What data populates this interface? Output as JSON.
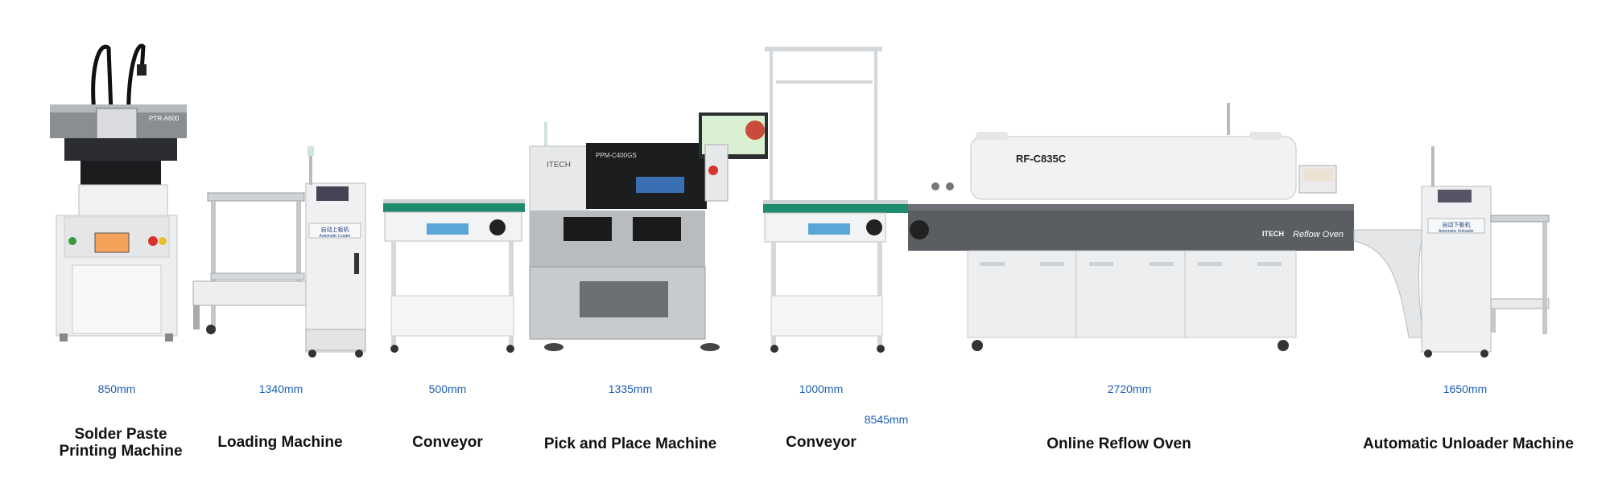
{
  "machines": {
    "printer": {
      "label": "Solder Paste Printing Machine",
      "model": "PTR-A600"
    },
    "loader": {
      "label": "Loading Machine",
      "badge": "自动上板机",
      "badge_sub": "Automatic Loader"
    },
    "conveyor1": {
      "label": "Conveyor"
    },
    "pnp": {
      "label": "Pick and Place Machine",
      "model": "PPM-C400GS",
      "brand": "ITECH"
    },
    "conveyor2": {
      "label": "Conveyor"
    },
    "oven": {
      "label": "Online Reflow Oven",
      "model": "RF-C835C",
      "brand": "ITECH",
      "banner": "Reflow Oven"
    },
    "unloader": {
      "label": "Automatic Unloader Machine",
      "badge": "自动下板机",
      "badge_sub": "Automatic Unloader"
    }
  },
  "dimensions": {
    "printer": "850mm",
    "loader": "1340mm",
    "conveyor1": "500mm",
    "pnp": "1335mm",
    "conveyor2": "1000mm",
    "oven": "2720mm",
    "unloader": "1650mm",
    "total": "8545mm"
  },
  "colors": {
    "dimension_line": "#1a5fb4",
    "machine_body": "#e9ebed",
    "conveyor_belt": "#1e8a6e",
    "oven_band": "#5a5d61"
  }
}
